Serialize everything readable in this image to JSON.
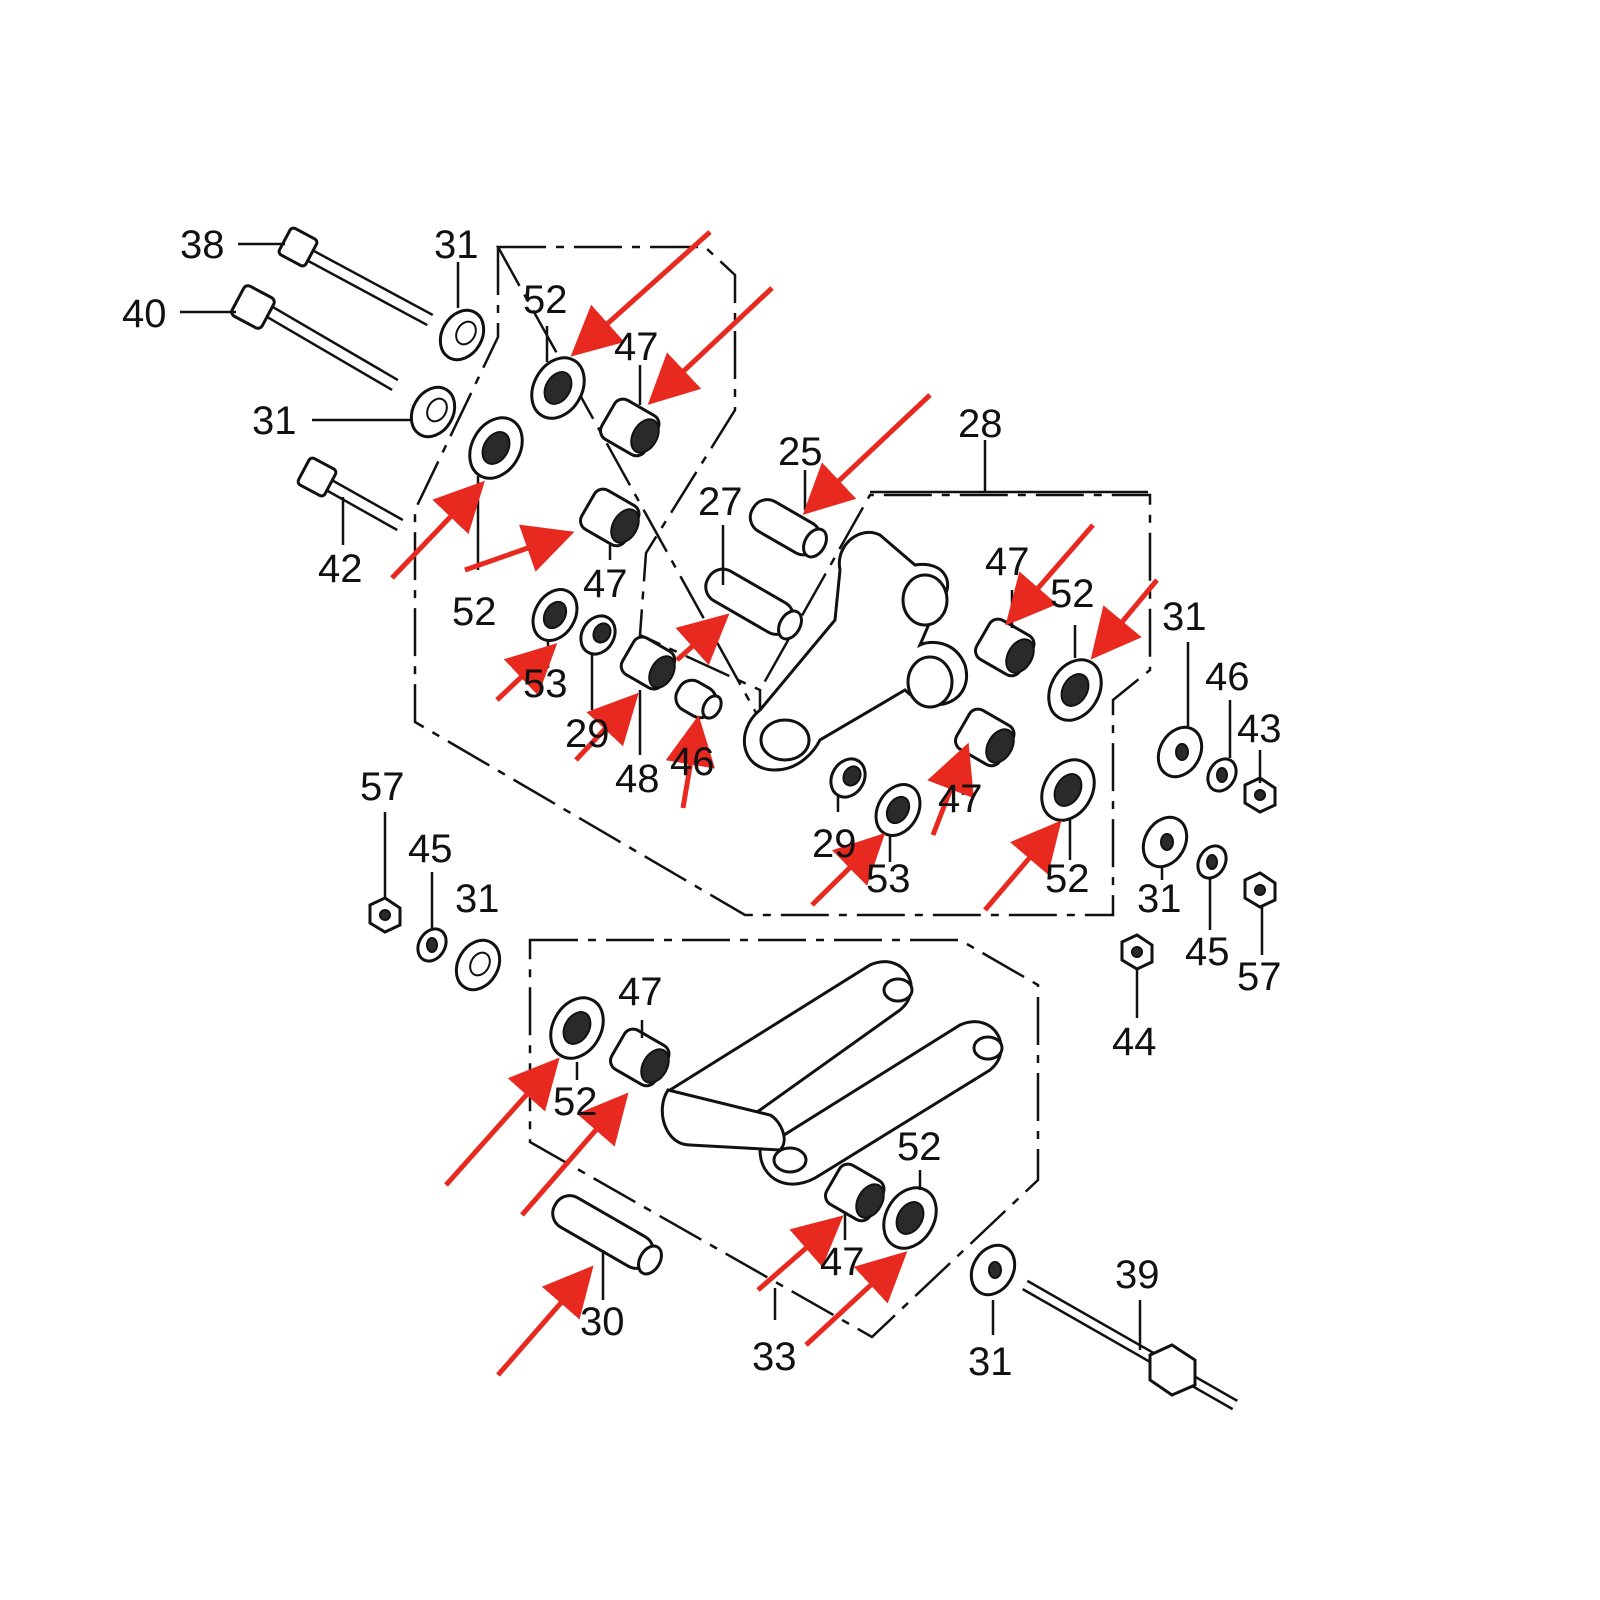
{
  "callouts": [
    "38",
    "40",
    "31",
    "31",
    "42",
    "52",
    "47",
    "52",
    "47",
    "25",
    "27",
    "28",
    "53",
    "29",
    "48",
    "46",
    "47",
    "52",
    "31",
    "46",
    "43",
    "47",
    "29",
    "53",
    "52",
    "57",
    "45",
    "31",
    "31",
    "45",
    "57",
    "44",
    "47",
    "52",
    "52",
    "47",
    "30",
    "33",
    "31",
    "39"
  ],
  "colors": {
    "arrow": "#e8291f",
    "line": "#111111",
    "background": "#ffffff"
  }
}
